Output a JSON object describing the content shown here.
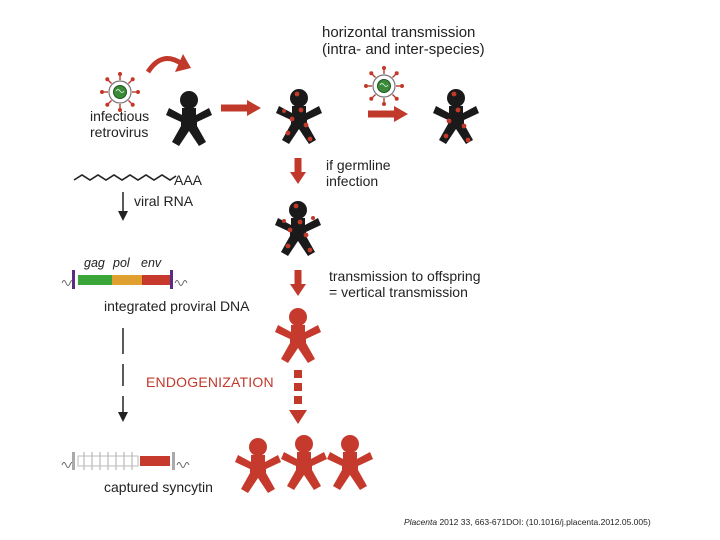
{
  "labels": {
    "infectious_retrovirus": [
      "infectious",
      "retrovirus"
    ],
    "horizontal_transmission": [
      "horizontal transmission",
      "(intra- and inter-species)"
    ],
    "germline_infection": [
      "if germline",
      "infection"
    ],
    "aaa": "AAA",
    "viral_rna": "viral RNA",
    "genes": [
      "gag",
      "pol",
      "env"
    ],
    "integrated_proviral_dna": "integrated proviral DNA",
    "vertical_transmission": [
      "transmission to offspring",
      "= vertical transmission"
    ],
    "endogenization": "ENDOGENIZATION",
    "captured_syncytin": "captured syncytin"
  },
  "citation": {
    "journal": "Placenta",
    "details": " 2012 33, 663-671DOI: (10.1016/j.placenta.2012.05.005)"
  },
  "colors": {
    "arrow_red": "#c0392b",
    "figure_black": "#1a1a1a",
    "figure_red": "#c63a2e",
    "dot_red": "#c0392b",
    "virus_green": "#3a8a3a",
    "gag": "#3aa63a",
    "pol": "#e0a030",
    "env": "#c63a2e",
    "ltr": "#5a2d82",
    "endo_text": "#c0392b"
  }
}
